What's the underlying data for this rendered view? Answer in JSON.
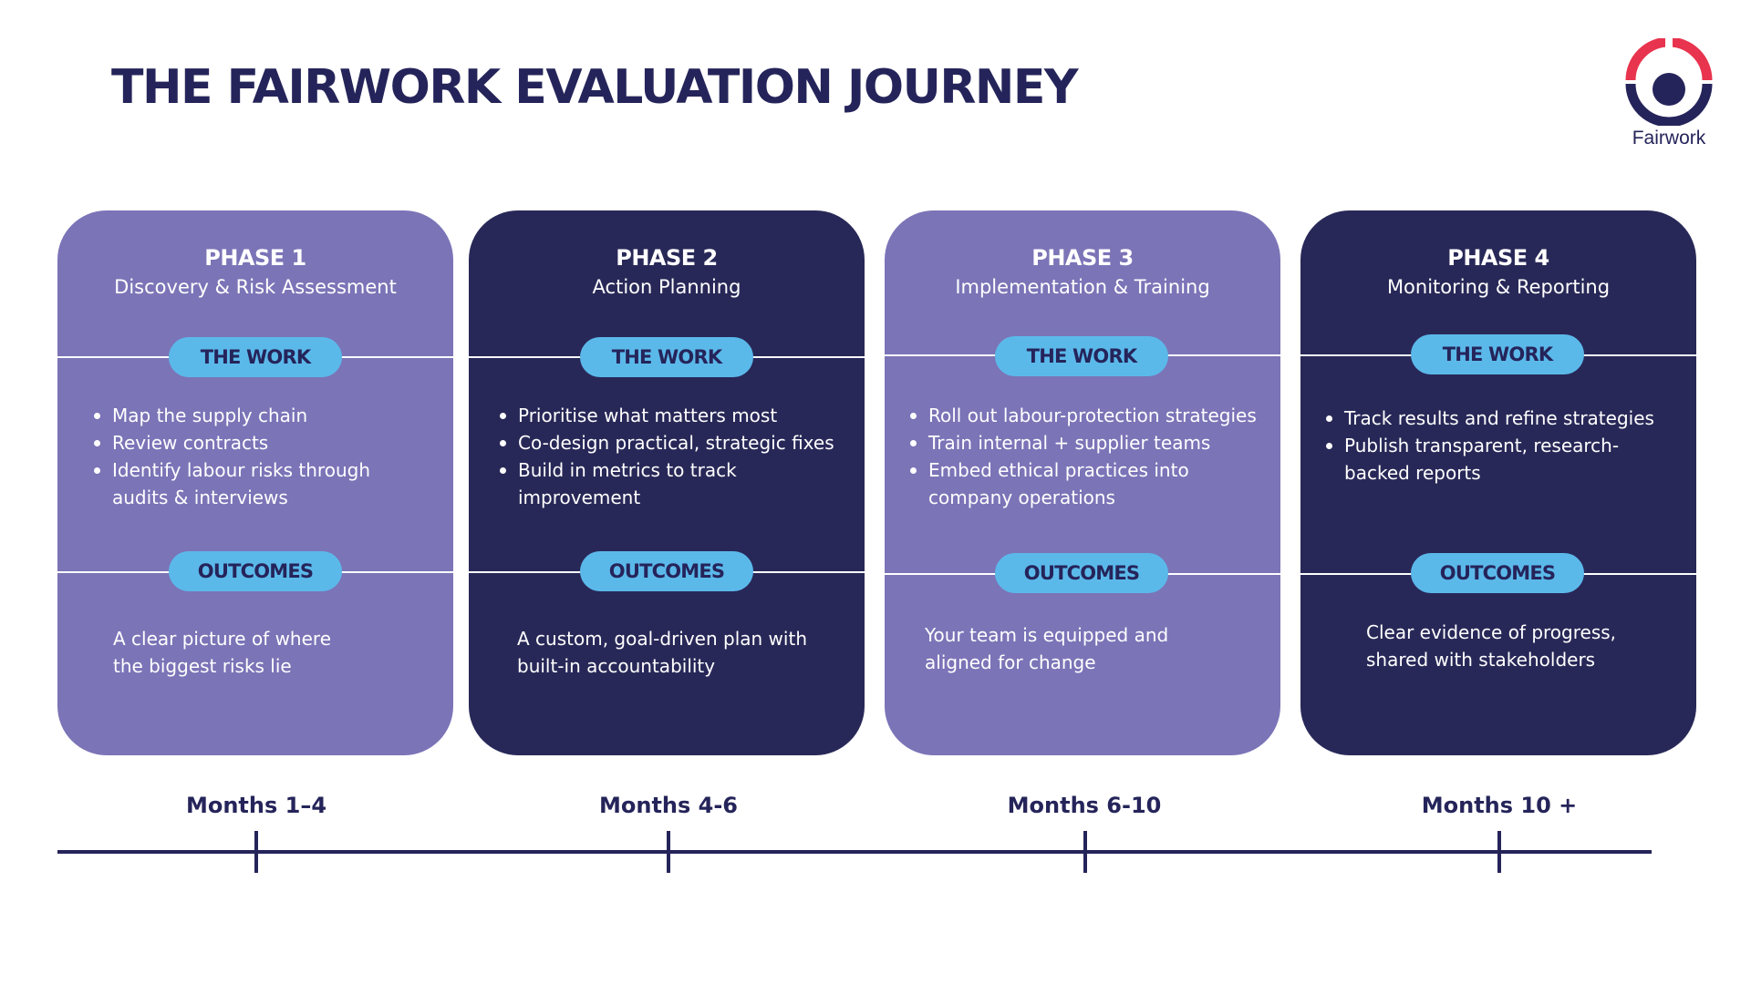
{
  "title": "THE FAIRWORK EVALUATION JOURNEY",
  "logo": {
    "icon": "fairwork-logo-icon",
    "wordmark": "Fairwork",
    "colors": {
      "ring_top": "#e8344e",
      "ring_bottom": "#25245a",
      "dot": "#25245a"
    }
  },
  "colors": {
    "light_card": "#7b74b7",
    "dark_card": "#282858",
    "pill": "#5bb9ea",
    "navy": "#25245a"
  },
  "work_label": "THE WORK",
  "outcomes_label": "OUTCOMES",
  "phases": [
    {
      "title": "PHASE 1",
      "subtitle": "Discovery & Risk Assessment",
      "work": [
        "Map the supply chain",
        "Review contracts",
        "Identify labour risks through audits & interviews"
      ],
      "outcome": "A clear picture of where the biggest risks lie",
      "timeline": "Months 1–4"
    },
    {
      "title": "PHASE 2",
      "subtitle": "Action Planning",
      "work": [
        "Prioritise what matters most",
        "Co-design practical, strategic fixes",
        "Build in metrics to track improvement"
      ],
      "outcome": "A custom, goal-driven plan with built-in accountability",
      "timeline": "Months 4-6"
    },
    {
      "title": "PHASE 3",
      "subtitle": "Implementation & Training",
      "work": [
        "Roll out labour-protection strategies",
        "Train internal + supplier teams",
        "Embed ethical practices into company operations"
      ],
      "outcome": "Your team is equipped and aligned for change",
      "timeline": "Months 6-10"
    },
    {
      "title": "PHASE 4",
      "subtitle": "Monitoring & Reporting",
      "work": [
        "Track results and refine strategies",
        "Publish transparent, research-backed reports"
      ],
      "outcome": "Clear evidence of progress, shared with stakeholders",
      "timeline": "Months 10 +"
    }
  ]
}
